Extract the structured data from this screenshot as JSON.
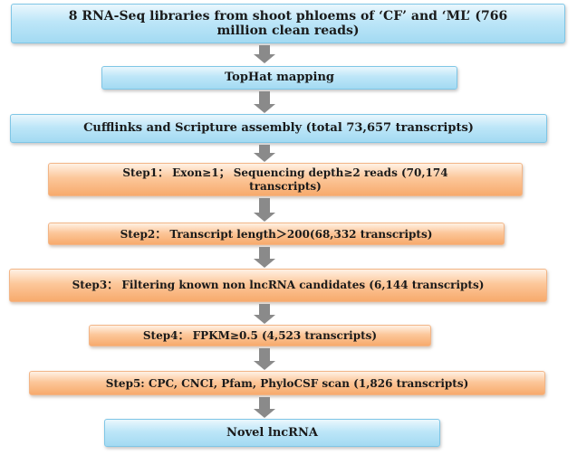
{
  "boxes": {
    "libraries": "8 RNA-Seq libraries from shoot phloems of ‘CF’ and ‘ML’ (766 million clean reads)",
    "tophat": "TopHat mapping",
    "cufflinks": "Cufflinks and Scripture assembly (total 73,657 transcripts)",
    "step1": "Step1： Exon≥1； Sequencing depth≥2 reads (70,174 transcripts)",
    "step2": "Step2： Transcript length＞200(68,332 transcripts)",
    "step3": "Step3： Filtering known non lncRNA candidates (6,144 transcripts)",
    "step4": "Step4： FPKM≥0.5 (4,523 transcripts)",
    "step5": "Step5: CPC, CNCI, Pfam, PhyloCSF scan (1,826 transcripts)",
    "novel": "Novel lncRNA"
  },
  "colors": {
    "blue_fill": "#bde6f8",
    "blue_border": "#7fc6e6",
    "orange_fill": "#fcc79a",
    "orange_border": "#f2b587",
    "arrow": "#8a8a8a"
  }
}
